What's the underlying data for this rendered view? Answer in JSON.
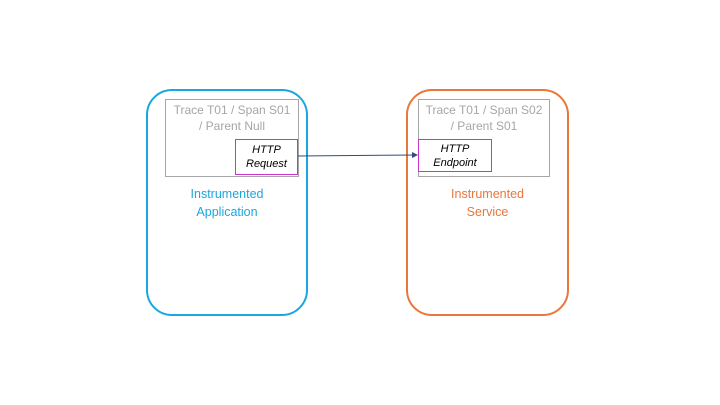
{
  "colors": {
    "application": "#1aa7df",
    "service": "#e8773c",
    "span_text": "#a6a6a6",
    "operation_border": "#cc33cc",
    "arrow": "#2e4d7b"
  },
  "application": {
    "span_line1": "Trace T01 / Span S01",
    "span_line2": "/ Parent Null",
    "operation_line1": "HTTP",
    "operation_line2": "Request",
    "label_line1": "Instrumented",
    "label_line2": "Application"
  },
  "service": {
    "span_line1": "Trace T01 / Span S02",
    "span_line2": "/ Parent S01",
    "operation_line1": "HTTP",
    "operation_line2": "Endpoint",
    "label_line1": "Instrumented",
    "label_line2": "Service"
  }
}
